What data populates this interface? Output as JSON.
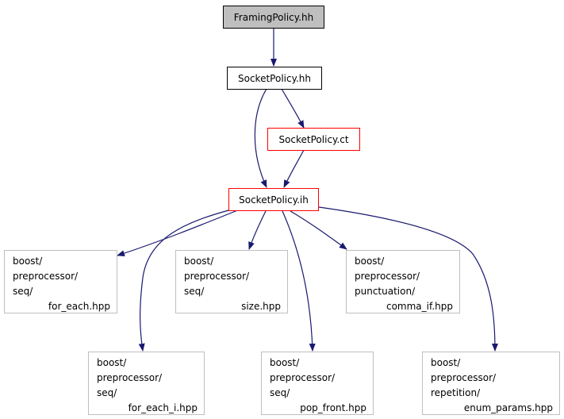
{
  "colors": {
    "edge": "#191970",
    "highlight_border": "#ff0000",
    "library_border": "#bfbfbf",
    "selected_fill": "#bfbfbf"
  },
  "nodes": {
    "framing": "FramingPolicy.hh",
    "sockethh": "SocketPolicy.hh",
    "socketct": "SocketPolicy.ct",
    "socketih": "SocketPolicy.ih",
    "foreach": [
      "boost/",
      "preprocessor/",
      "seq/",
      "for_each.hpp"
    ],
    "size": [
      "boost/",
      "preprocessor/",
      "seq/",
      "size.hpp"
    ],
    "comma": [
      "boost/",
      "preprocessor/",
      "punctuation/",
      "comma_if.hpp"
    ],
    "foreachi": [
      "boost/",
      "preprocessor/",
      "seq/",
      "for_each_i.hpp"
    ],
    "popfront": [
      "boost/",
      "preprocessor/",
      "seq/",
      "pop_front.hpp"
    ],
    "enumparams": [
      "boost/",
      "preprocessor/",
      "repetition/",
      "enum_params.hpp"
    ]
  }
}
